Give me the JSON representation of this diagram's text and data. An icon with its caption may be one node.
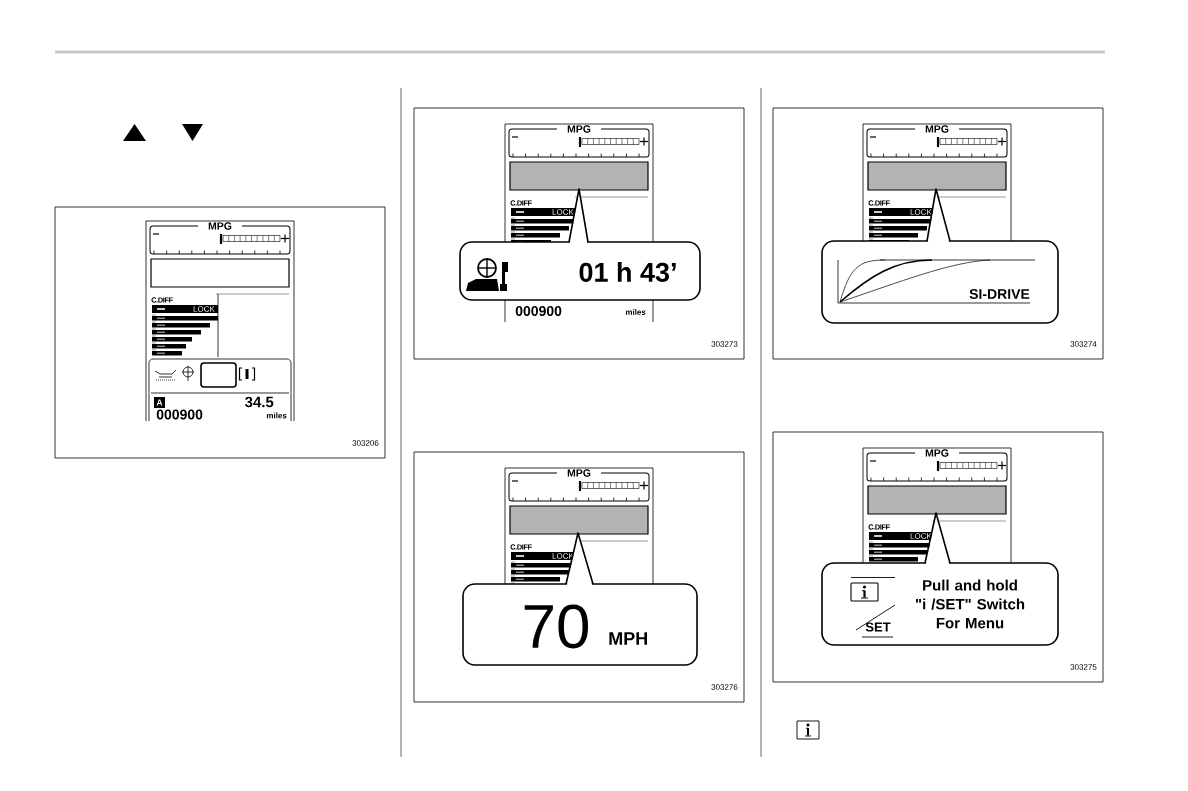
{
  "diagram": {
    "nodes": [
      {
        "text": [
          "01 h 43’"
        ]
      },
      {
        "text": [
          "70",
          "MPH"
        ]
      },
      {
        "text": [
          "SI-DRIVE"
        ]
      },
      {
        "text": [
          "SET",
          "Pull and hold \"i /SET\" Switch For Menu"
        ]
      }
    ],
    "labels": [
      "MPG",
      "C.DIFF",
      "LOCK",
      "A",
      "34.5",
      "000900",
      "miles",
      "303206",
      "MPG",
      "C.DIFF",
      "LOCK",
      "000900",
      "miles",
      "303273",
      "MPG",
      "C.DIFF",
      "LOCK",
      "303276",
      "MPG",
      "C.DIFF",
      "LOCK",
      "303274",
      "MPG",
      "C.DIFF",
      "LOCK",
      "303275"
    ]
  }
}
